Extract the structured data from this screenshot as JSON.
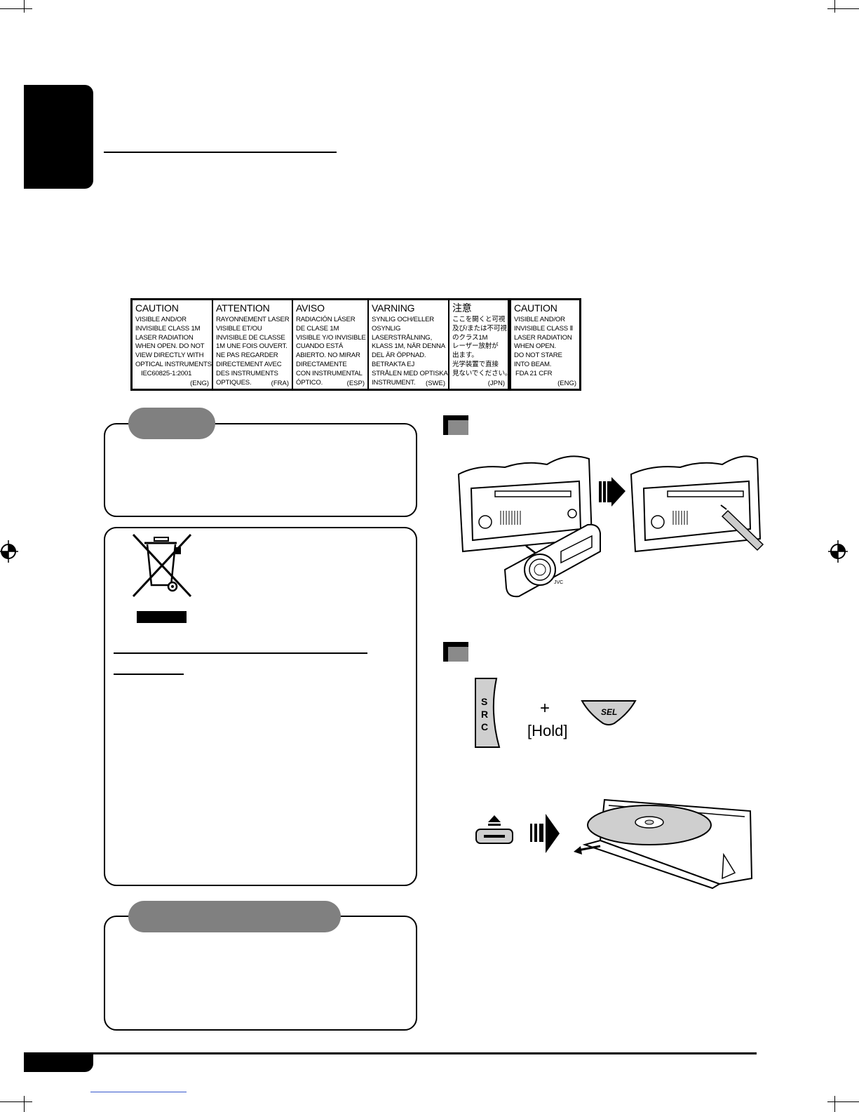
{
  "laser_label": {
    "panels": [
      {
        "heading": "CAUTION",
        "lines": [
          "VISIBLE AND/OR",
          "INVISIBLE CLASS 1M",
          "LASER RADIATION",
          "WHEN OPEN. DO NOT",
          "VIEW DIRECTLY WITH",
          "OPTICAL INSTRUMENTS.",
          "  IEC60825-1:2001"
        ],
        "tag": "(ENG)"
      },
      {
        "heading": "ATTENTION",
        "lines": [
          "RAYONNEMENT LASER",
          "VISIBLE ET/OU",
          "INVISIBLE DE CLASSE",
          "1M UNE FOIS OUVERT.",
          "NE PAS REGARDER",
          "DIRECTEMENT AVEC",
          "DES INSTRUMENTS",
          "OPTIQUES."
        ],
        "tag": "(FRA)"
      },
      {
        "heading": "AVISO",
        "lines": [
          "RADIACIÓN LÁSER",
          "DE CLASE 1M",
          "VISIBLE Y/O INVISIBLE",
          "CUANDO ESTÁ",
          "ABIERTO. NO MIRAR",
          "DIRECTAMENTE",
          "CON INSTRUMENTAL",
          "ÓPTICO."
        ],
        "tag": "(ESP)"
      },
      {
        "heading": "VARNING",
        "lines": [
          "SYNLIG OCH/ELLER",
          "OSYNLIG",
          "LASERSTRÅLNING,",
          "KLASS 1M, NÄR DENNA",
          "DEL ÄR ÖPPNAD.",
          "BETRAKTA EJ",
          "STRÅLEN MED OPTISKA",
          "INSTRUMENT."
        ],
        "tag": "(SWE)"
      },
      {
        "heading": "注意",
        "lines": [
          "ここを開くと可視",
          "及び/または不可視",
          "のクラス1M",
          "レーザー放射が",
          "出ます。",
          "光学装置で直接",
          "見ないでください。"
        ],
        "tag": "(JPN)"
      },
      {
        "heading": "CAUTION",
        "lines": [
          "VISIBLE AND/OR",
          "INVISIBLE CLASS Ⅱ",
          "LASER RADIATION",
          "WHEN OPEN.",
          "DO NOT STARE",
          "INTO BEAM.",
          "  FDA 21 CFR"
        ],
        "tag": "(ENG)"
      }
    ]
  },
  "buttons": {
    "src_letters": [
      "S",
      "R",
      "C"
    ],
    "plus": "+",
    "hold": "[Hold]",
    "sel": "SEL",
    "brand": "JVC"
  }
}
